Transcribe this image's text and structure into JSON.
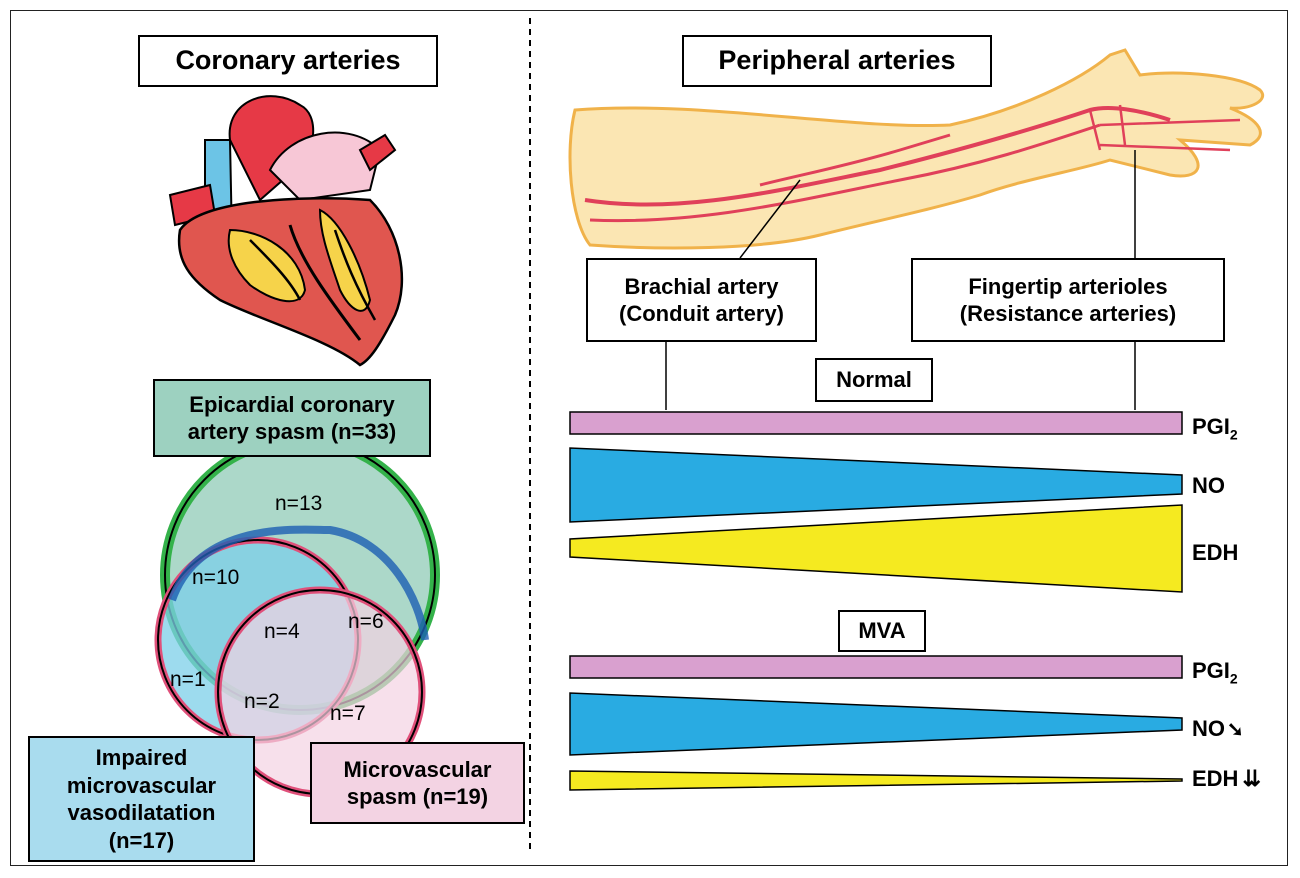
{
  "left": {
    "title": "Coronary arteries",
    "epicardial_label": "Epicardial coronary artery spasm (n=33)",
    "impaired_label": "Impaired microvascular vasodilatation (n=17)",
    "microvascular_label": "Microvascular spasm (n=19)",
    "venn_counts": [
      "n=13",
      "n=10",
      "n=4",
      "n=6",
      "n=1",
      "n=2",
      "n=7"
    ],
    "colors": {
      "epicardial": "#9dd1c0",
      "impaired": "#a9dcee",
      "microvascular": "#f3d3e3"
    }
  },
  "right": {
    "title": "Peripheral arteries",
    "brachial_label_1": "Brachial artery",
    "brachial_label_2": "(Conduit artery)",
    "fingertip_label_1": "Fingertip arterioles",
    "fingertip_label_2": "(Resistance arteries)",
    "normal": {
      "title": "Normal",
      "rows": [
        {
          "label": "PGI",
          "sub": "2",
          "color": "#d9a0cf"
        },
        {
          "label": "NO",
          "color": "#29abe2"
        },
        {
          "label": "EDH",
          "color": "#f5ea20"
        }
      ]
    },
    "mva": {
      "title": "MVA",
      "rows": [
        {
          "label": "PGI",
          "sub": "2",
          "color": "#d9a0cf"
        },
        {
          "label": "NO",
          "arrow": "➘",
          "color": "#29abe2"
        },
        {
          "label": "EDH",
          "arrow": "⇊",
          "color": "#f5ea20"
        }
      ]
    }
  }
}
